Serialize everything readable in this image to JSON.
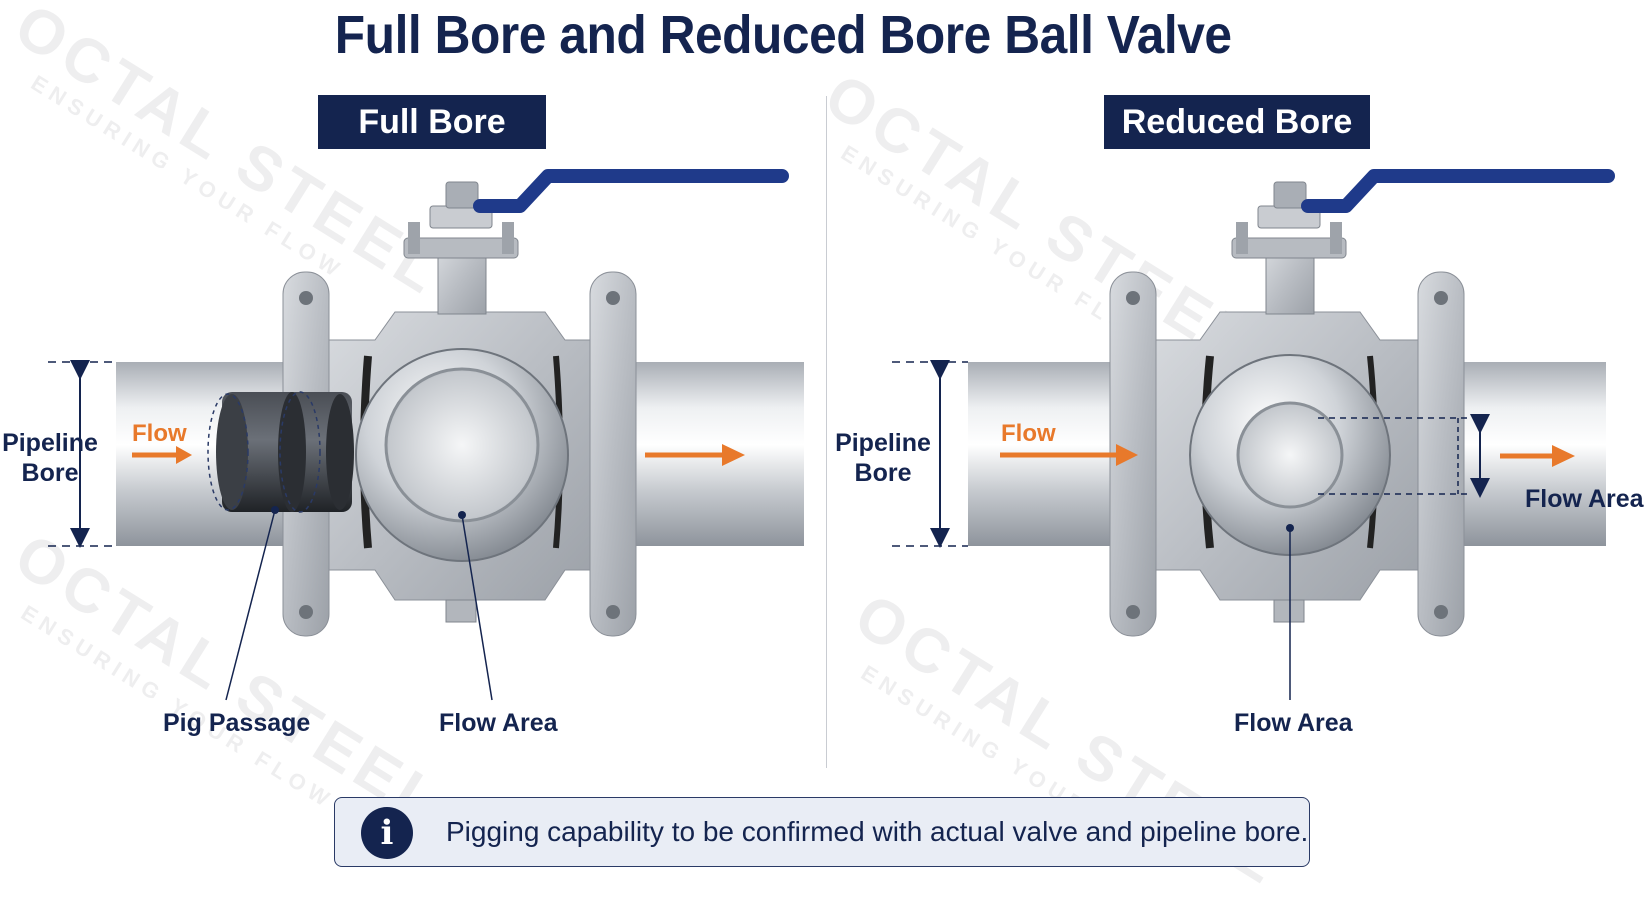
{
  "title": "Full Bore and Reduced Bore Ball Valve",
  "panels": {
    "full": {
      "header": "Full Bore",
      "pipeline_bore": [
        "Pipeline",
        "Bore"
      ],
      "flow": "Flow",
      "pig_passage": "Pig Passage",
      "flow_area": "Flow Area"
    },
    "reduced": {
      "header": "Reduced Bore",
      "pipeline_bore": [
        "Pipeline",
        "Bore"
      ],
      "flow": "Flow",
      "flow_area_outlet": "Flow Area",
      "flow_area": "Flow Area"
    }
  },
  "note": {
    "icon": "info-icon",
    "text": "Pigging capability to be confirmed with actual valve and pipeline bore."
  },
  "watermark": {
    "brand": "OCTAL STEEL",
    "tagline": "ENSURING YOUR FLOW"
  },
  "colors": {
    "navy": "#14244f",
    "flow_arrow": "#e8792b",
    "steel_light": "#e4e6ea",
    "steel_dark": "#9aa0a8",
    "handle": "#1f3a8a",
    "pig": "#2a2d32"
  }
}
